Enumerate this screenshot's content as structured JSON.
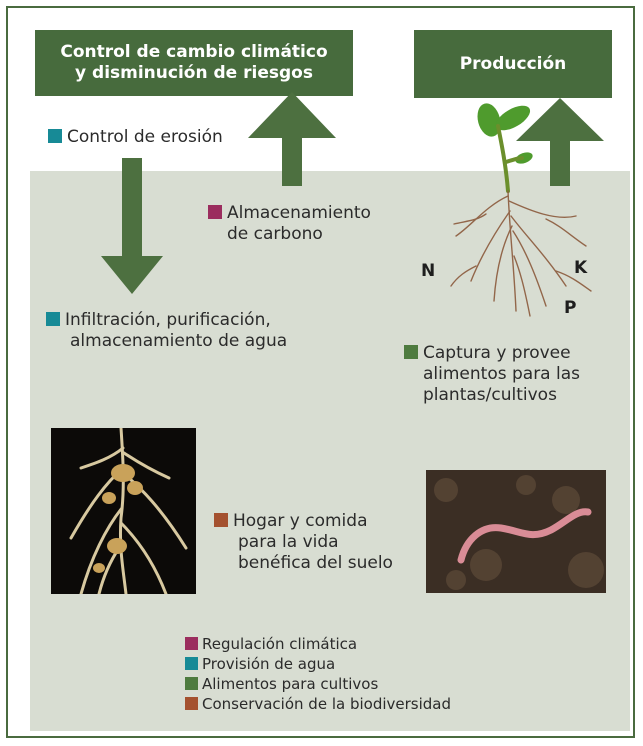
{
  "colors": {
    "header_bg": "#476b3d",
    "arrow": "#4d7040",
    "soil": "#d8ddd2",
    "climate": "#9b2d5e",
    "water": "#178a96",
    "food": "#4e7b3f",
    "biodiversity": "#a4512f"
  },
  "headers": {
    "climate_title": [
      "Control de cambio climático",
      "y disminución de riesgos"
    ],
    "production_title": "Producción"
  },
  "labels": {
    "erosion": [
      "Control de erosión"
    ],
    "carbon": [
      "Almacenamiento",
      "de carbono"
    ],
    "water": [
      "Infiltración, purificación,",
      "almacenamiento de agua"
    ],
    "food": [
      "Captura y provee",
      "alimentos para las",
      "plantas/cultivos"
    ],
    "habitat": [
      "Hogar y comida",
      "para la vida",
      "benéfica del suelo"
    ]
  },
  "nutrients": {
    "n": "N",
    "k": "K",
    "p": "P"
  },
  "legend": [
    {
      "label": "Regulación climática",
      "color": "#9b2d5e"
    },
    {
      "label": "Provisión de agua",
      "color": "#178a96"
    },
    {
      "label": "Alimentos para cultivos",
      "color": "#4e7b3f"
    },
    {
      "label": "Conservación de la biodiversidad",
      "color": "#a4512f"
    }
  ]
}
